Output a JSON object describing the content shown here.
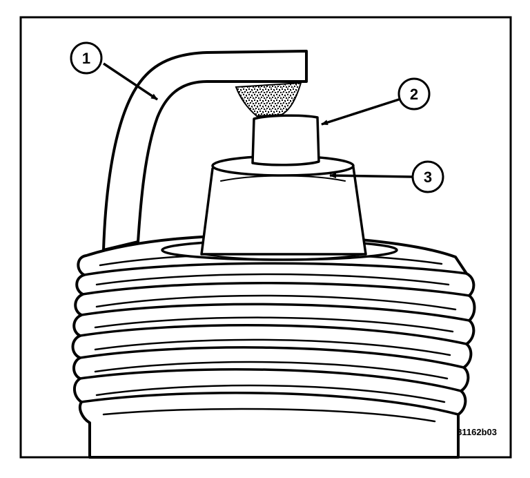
{
  "figure": {
    "id": "81162b03"
  },
  "callouts": [
    {
      "number": "1"
    },
    {
      "number": "2"
    },
    {
      "number": "3"
    }
  ],
  "colors": {
    "ink": "#000000",
    "paper": "#ffffff"
  }
}
